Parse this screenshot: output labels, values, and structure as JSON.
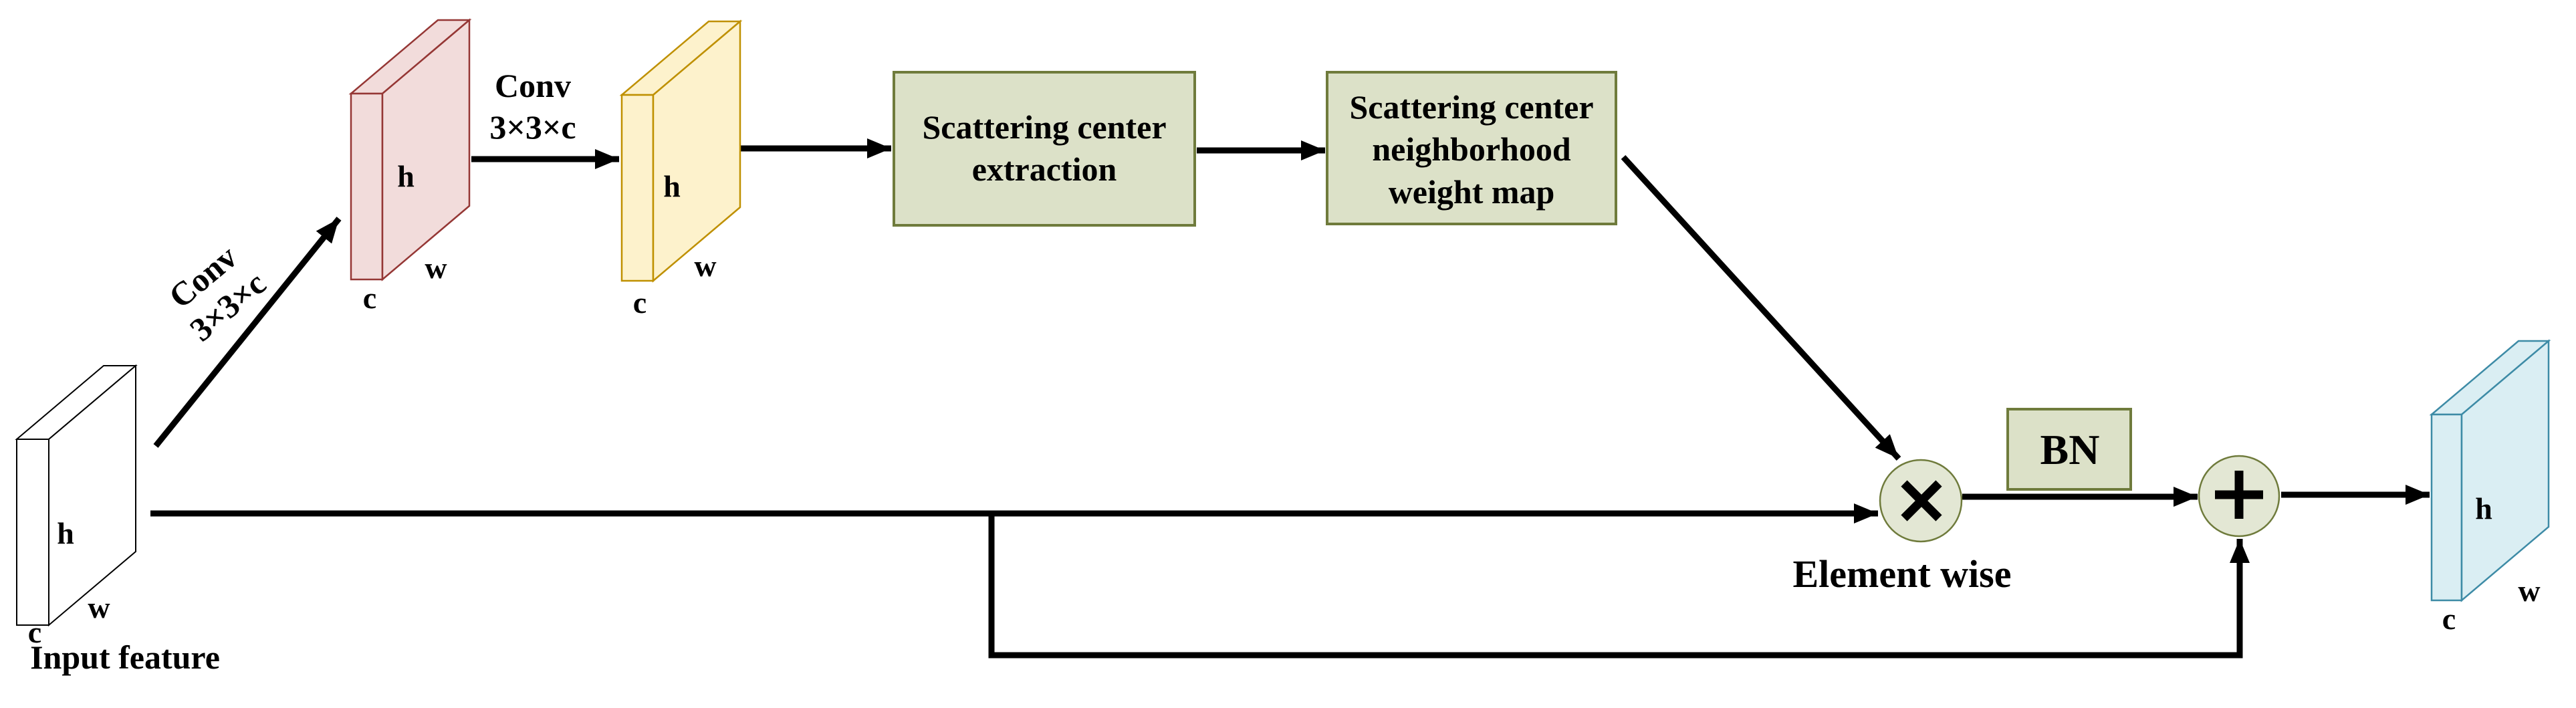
{
  "palette": {
    "slab_white_fill": "#ffffff",
    "slab_white_stroke": "#000000",
    "slab_pink_fill": "#f2dcdb",
    "slab_pink_stroke": "#953735",
    "slab_yellow_fill": "#fdf2cc",
    "slab_yellow_stroke": "#bf9000",
    "slab_blue_fill": "#daeef3",
    "slab_blue_stroke": "#3d8ba6",
    "box_fill": "#dce1c8",
    "box_stroke": "#6f7b3c",
    "circle_fill": "#e3e7d4",
    "circle_stroke": "#6f7b3c"
  },
  "slabs": {
    "input": {
      "h": "h",
      "w": "w",
      "c": "c",
      "caption": "Input feature"
    },
    "conv1_out": {
      "h": "h",
      "w": "w",
      "c": "c"
    },
    "conv2_out": {
      "h": "h",
      "w": "w",
      "c": "c"
    },
    "output": {
      "h": "h",
      "w": "w",
      "c": "c"
    }
  },
  "labels": {
    "conv1": {
      "line1": "Conv",
      "line2": "3×3×c"
    },
    "conv2": {
      "line1": "Conv",
      "line2": "3×3×c"
    },
    "extraction": {
      "line1": "Scattering center",
      "line2": "extraction"
    },
    "weight_map": {
      "line1": "Scattering center",
      "line2": "neighborhood",
      "line3": "weight map"
    },
    "bn": "BN",
    "element_wise": "Element wise",
    "multiply_symbol": "×",
    "add_symbol": "+"
  }
}
